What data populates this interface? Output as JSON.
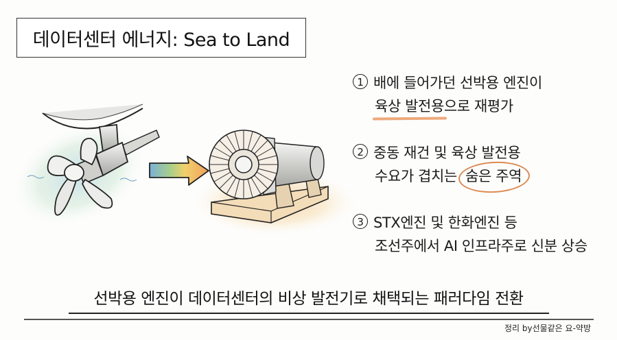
{
  "title": "데이터센터 에너지: Sea to Land",
  "illustration": {
    "left_label": "ship-propeller",
    "right_label": "land-turbine-generator",
    "arrow_colors": [
      "#7ab0d8",
      "#a8cf8a",
      "#f2d06a",
      "#f0a060"
    ],
    "water_color": "#9cc8e0",
    "ground_color": "#f0b070"
  },
  "points": [
    {
      "number": "1",
      "line1": "배에 들어가던 선박용 엔진이",
      "line2_highlight": "육상 발전용",
      "line2_rest": "으로 재평가"
    },
    {
      "number": "2",
      "line1": "중동 재건 및 육상 발전용",
      "line2_prefix": "수요가 겹치는 ",
      "line2_highlight": "숨은 주역"
    },
    {
      "number": "3",
      "line1": "STX엔진 및 한화엔진 등",
      "line2": "조선주에서 AI 인프라주로 신분 상승"
    }
  ],
  "highlight_color": "#e8935a",
  "summary": "선박용 엔진이 데이터센터의 비상 발전기로 채택되는 패러다임 전환",
  "credit": "정리 by선물같은 요-약방"
}
